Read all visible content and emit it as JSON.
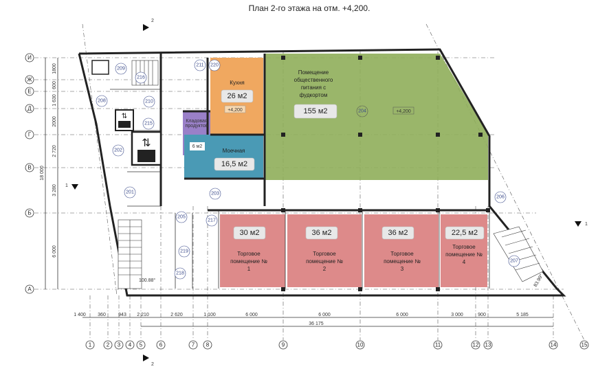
{
  "title": "План 2-го этажа на отм. +4,200.",
  "axes_letters": [
    "И",
    "Ж",
    "Е",
    "Д",
    "Г",
    "В",
    "Б",
    "А"
  ],
  "axes_numbers": [
    "1",
    "2",
    "3",
    "4",
    "5",
    "6",
    "7",
    "8",
    "9",
    "10",
    "11",
    "12",
    "13",
    "14",
    "15"
  ],
  "vertical_dims": [
    "1800",
    "600",
    "1 630",
    "2000",
    "2 720",
    "3 280",
    "6 000"
  ],
  "vertical_total": "18 000",
  "horizontal_dims": [
    "1 400",
    "360",
    "943",
    "2 210",
    "2 620",
    "1 100",
    "6 000",
    "6 000",
    "6 000",
    "3 000",
    "900",
    "5 185"
  ],
  "horizontal_total": "36 175",
  "section_marks": [
    "2",
    "2",
    "1",
    "1"
  ],
  "rooms": {
    "kitchen": {
      "name": "Кухня",
      "area": "26 м2",
      "level": "+4,200",
      "color": "#f0a860"
    },
    "storage": {
      "name": "Кладовая продуктов",
      "area": "6 м2",
      "color": "#9a80c8"
    },
    "washing": {
      "name": "Моечная",
      "area": "16,5 м2",
      "color": "#4a9ab5"
    },
    "food": {
      "name": "Помещение общественного питания с фудкортом",
      "area": "155 м2",
      "level": "+4,200",
      "number": "204",
      "color": "#8fae5a"
    },
    "shop1": {
      "name": "Торговое помещение № 1",
      "area": "30 м2",
      "color": "#dd8a8a"
    },
    "shop2": {
      "name": "Торговое помещение № 2",
      "area": "36 м2",
      "color": "#dd8a8a"
    },
    "shop3": {
      "name": "Торговое помещение № 3",
      "area": "36 м2",
      "color": "#dd8a8a"
    },
    "shop4": {
      "name": "Торговое помещение № 4",
      "area": "22,5 м2",
      "color": "#dd8a8a"
    }
  },
  "room_numbers": [
    "209",
    "216",
    "210",
    "211",
    "220",
    "208",
    "215",
    "202",
    "201",
    "203",
    "205",
    "217",
    "219",
    "218",
    "206",
    "207"
  ],
  "level_marks": [
    "100.88°",
    "83.99°"
  ]
}
